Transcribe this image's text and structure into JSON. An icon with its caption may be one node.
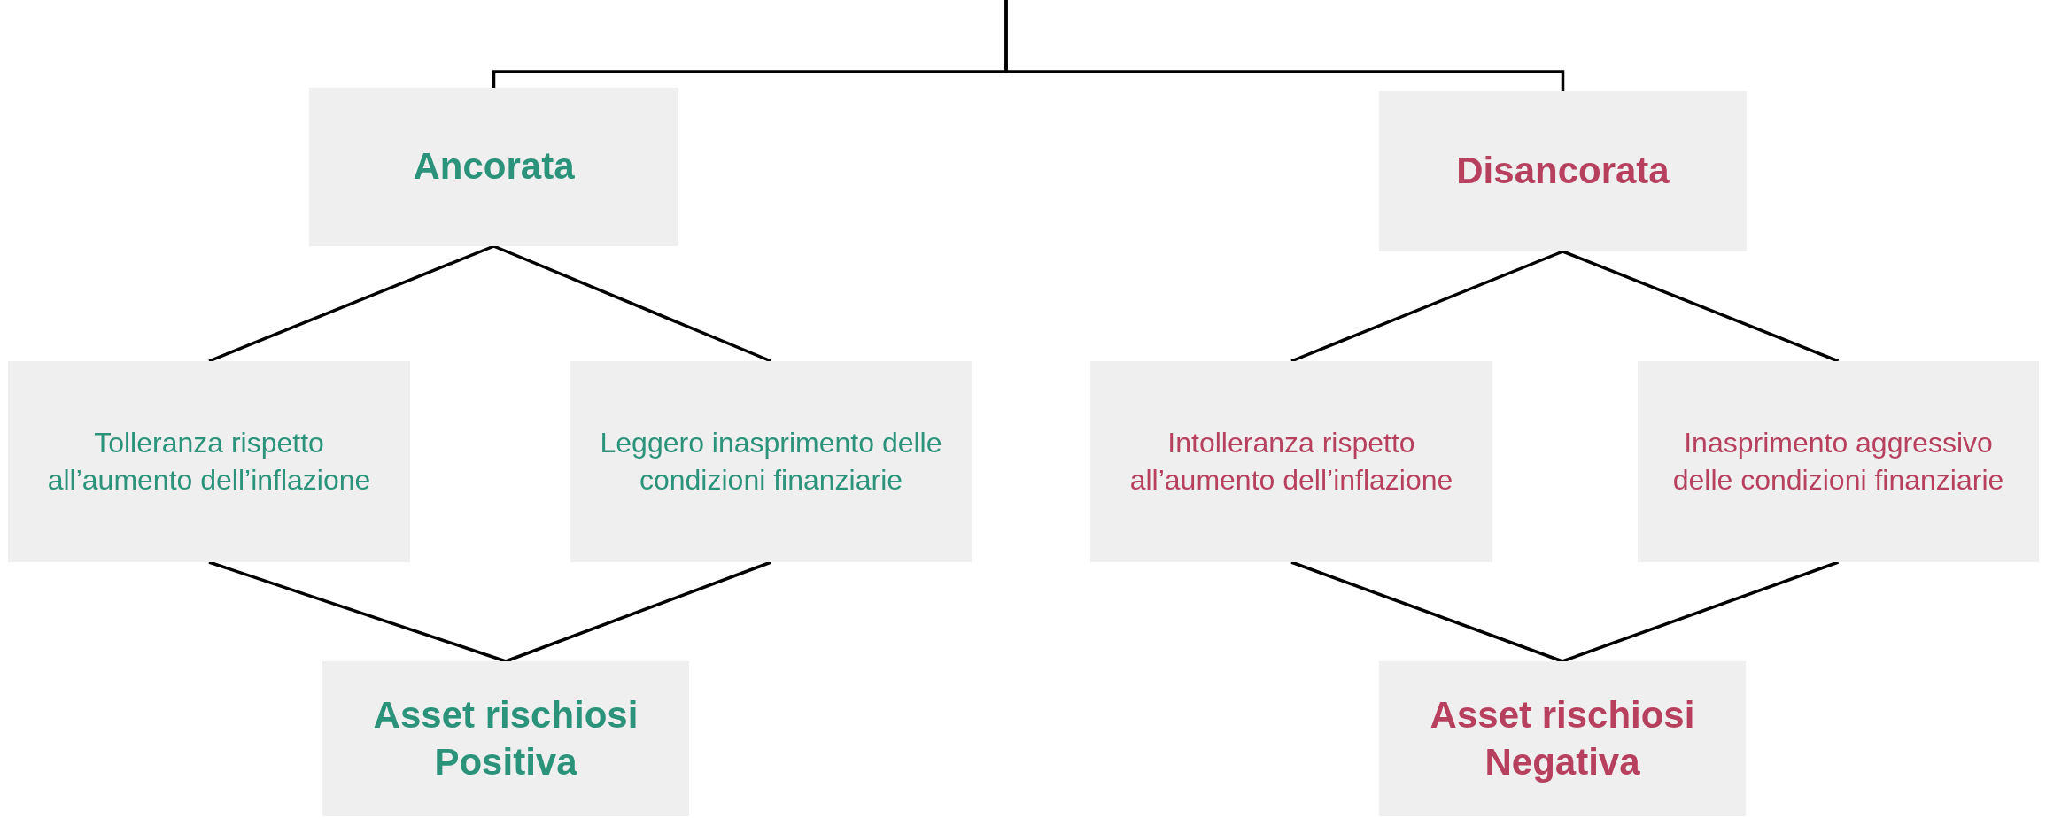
{
  "diagram": {
    "nodes": [
      {
        "text": [
          "Ancorata"
        ]
      },
      {
        "text": [
          "Disancorata"
        ]
      },
      {
        "text": [
          "Tolleranza rispetto all’aumento dell’inflazione"
        ]
      },
      {
        "text": [
          "Leggero inasprimento delle condizioni finanziarie"
        ]
      },
      {
        "text": [
          "Intolleranza rispetto all’aumento dell’inflazione"
        ]
      },
      {
        "text": [
          "Inasprimento aggressivo delle condizioni finanziarie"
        ]
      },
      {
        "text": [
          "Asset rischiosi",
          "Positiva"
        ]
      },
      {
        "text": [
          "Asset rischiosi",
          "Negativa"
        ]
      }
    ],
    "edges": [
      {
        "from": null,
        "to": 0,
        "arrow": "none"
      },
      {
        "from": null,
        "to": 1,
        "arrow": "none"
      },
      {
        "from": 0,
        "to": 2,
        "arrow": "none"
      },
      {
        "from": 0,
        "to": 3,
        "arrow": "none"
      },
      {
        "from": 1,
        "to": 4,
        "arrow": "none"
      },
      {
        "from": 1,
        "to": 5,
        "arrow": "none"
      },
      {
        "from": 2,
        "to": 6,
        "arrow": "none"
      },
      {
        "from": 3,
        "to": 6,
        "arrow": "none"
      },
      {
        "from": 4,
        "to": 7,
        "arrow": "none"
      },
      {
        "from": 5,
        "to": 7,
        "arrow": "none"
      }
    ]
  }
}
